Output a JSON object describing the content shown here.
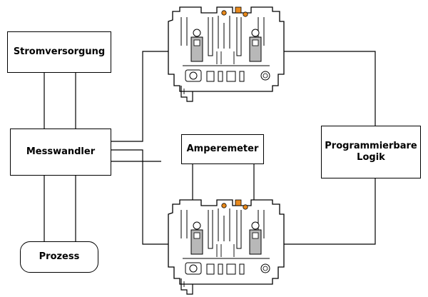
{
  "blocks": {
    "power": "Stromversorgung",
    "transducer": "Messwandler",
    "process": "Prozess",
    "ammeter": "Amperemeter",
    "plc": "Programmierbare\nLogik"
  },
  "colors": {
    "line": "#000000",
    "terminal_fill": "#ffffff",
    "terminal_gray": "#b8b8b8",
    "marker_orange": "#e8891c"
  }
}
